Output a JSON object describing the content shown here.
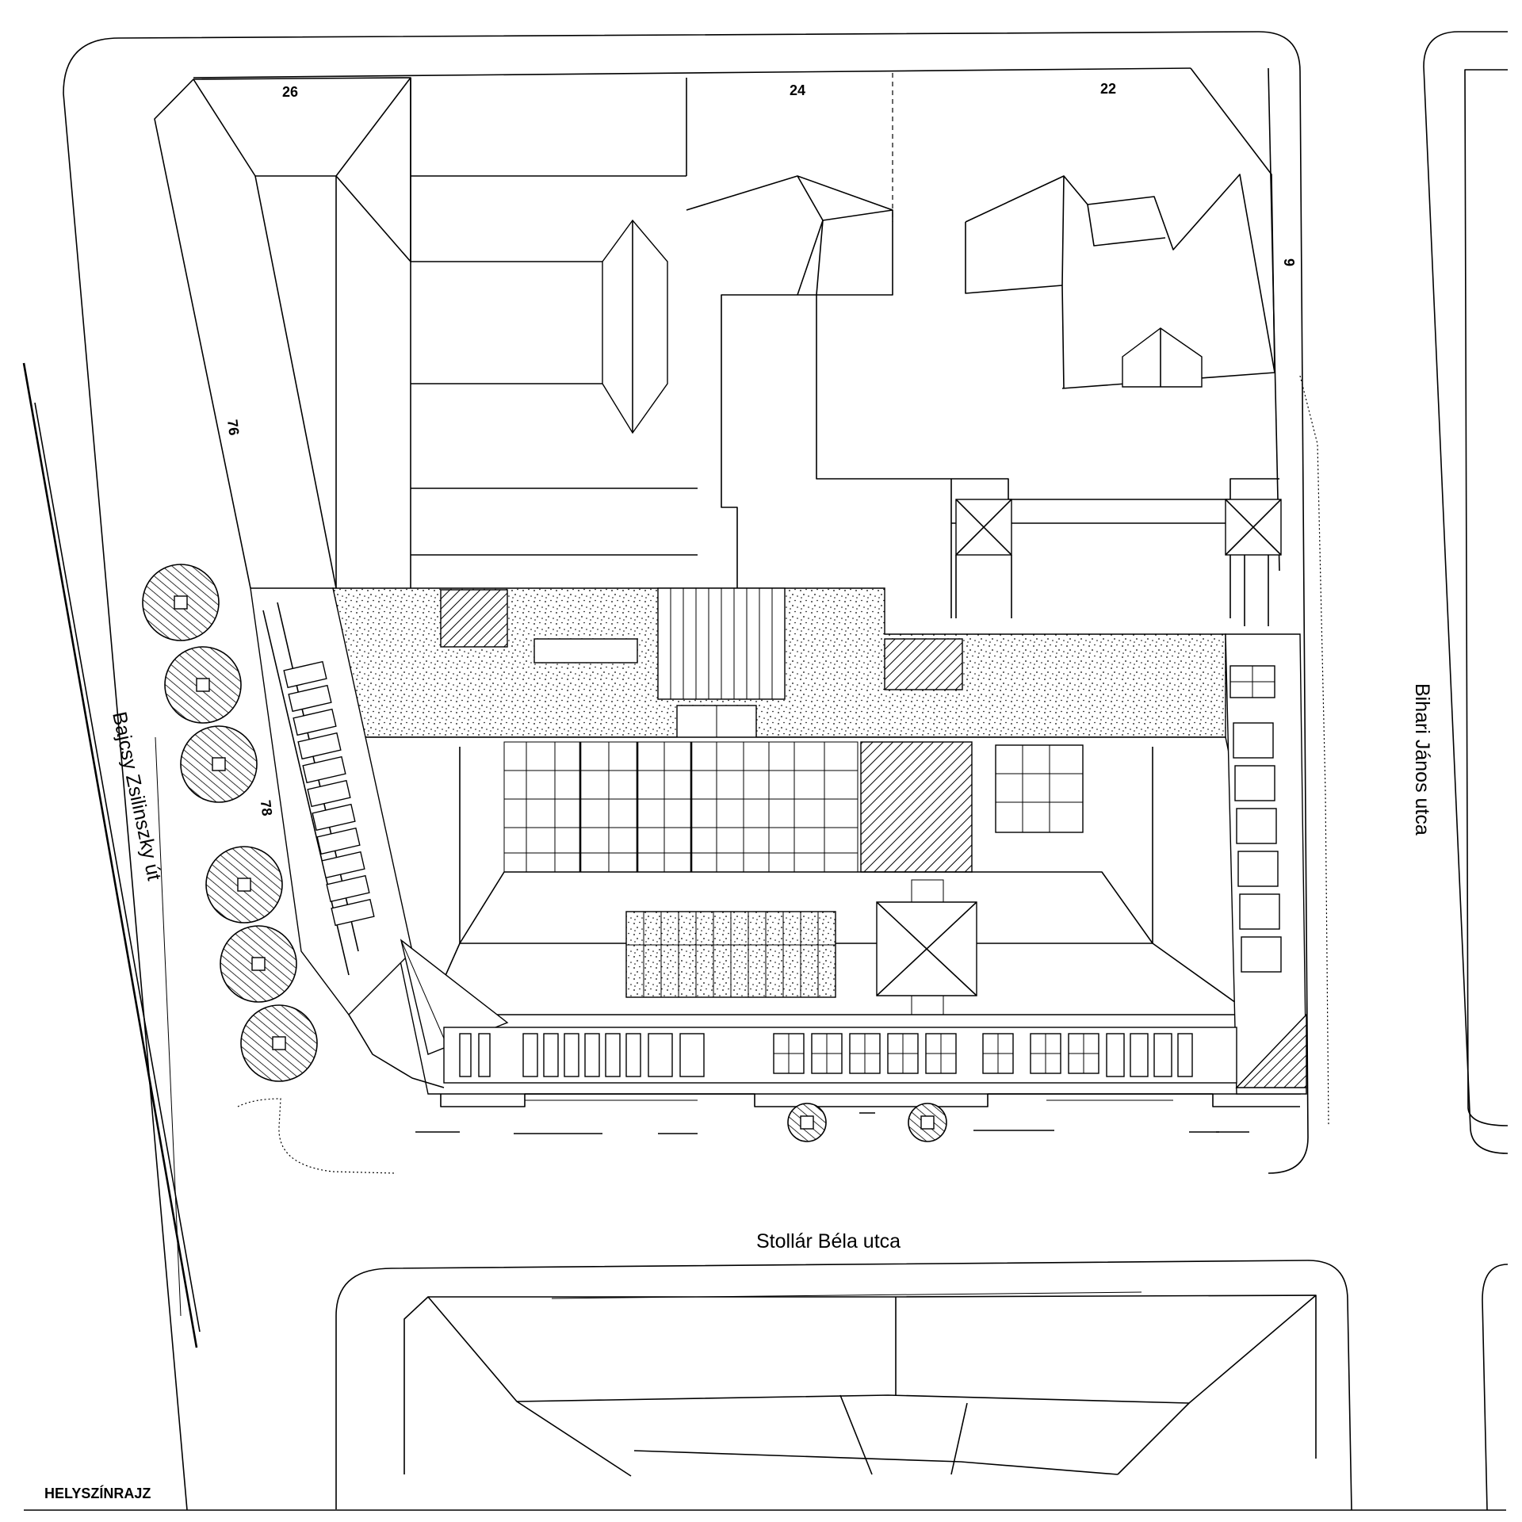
{
  "title": "HELYSZÍNRAJZ",
  "streets": {
    "south": "Stollár Béla utca",
    "west": "Bajcsy Zsilinszky út",
    "east": "Bihari János utca"
  },
  "house_numbers": {
    "north_a": "26",
    "north_b": "24",
    "north_c": "22",
    "west_a": "76",
    "west_b": "78",
    "east_a": "9"
  },
  "colors": {
    "ink": "#000000",
    "paper": "#ffffff"
  }
}
